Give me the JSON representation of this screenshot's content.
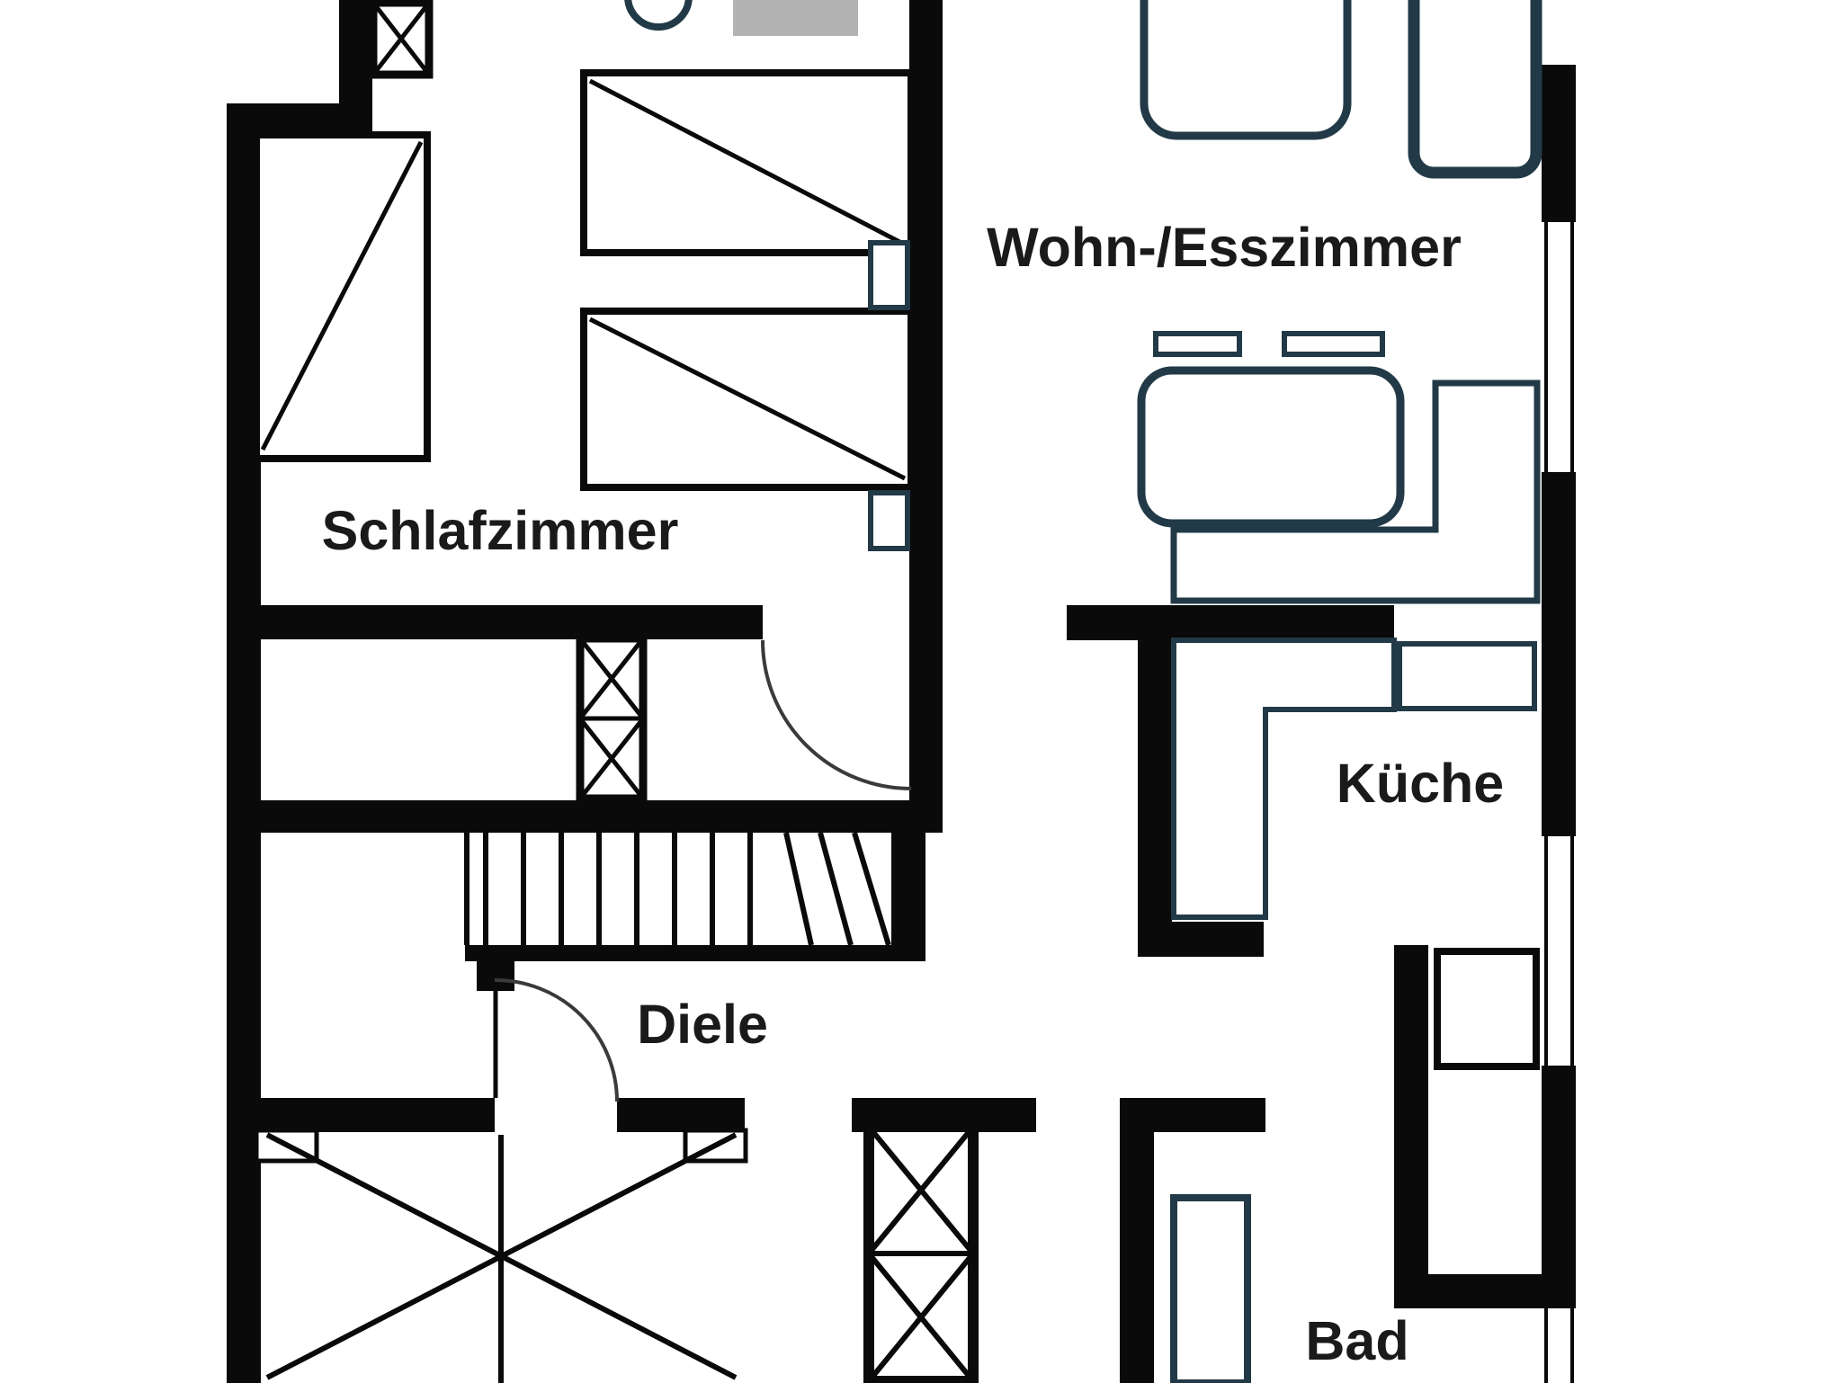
{
  "floorplan": {
    "rooms": {
      "living": {
        "label": "Wohn-/Esszimmer"
      },
      "bedroom": {
        "label": "Schlafzimmer"
      },
      "kitchen": {
        "label": "Küche"
      },
      "hallway": {
        "label": "Diele"
      },
      "bathroom": {
        "label": "Bad"
      }
    },
    "colors": {
      "wall": "#0a0a0a",
      "furniture_outline": "#223a47",
      "label_text": "#1a1a1a",
      "appliance_gray": "#b3b3b3",
      "background": "#ffffff"
    }
  }
}
